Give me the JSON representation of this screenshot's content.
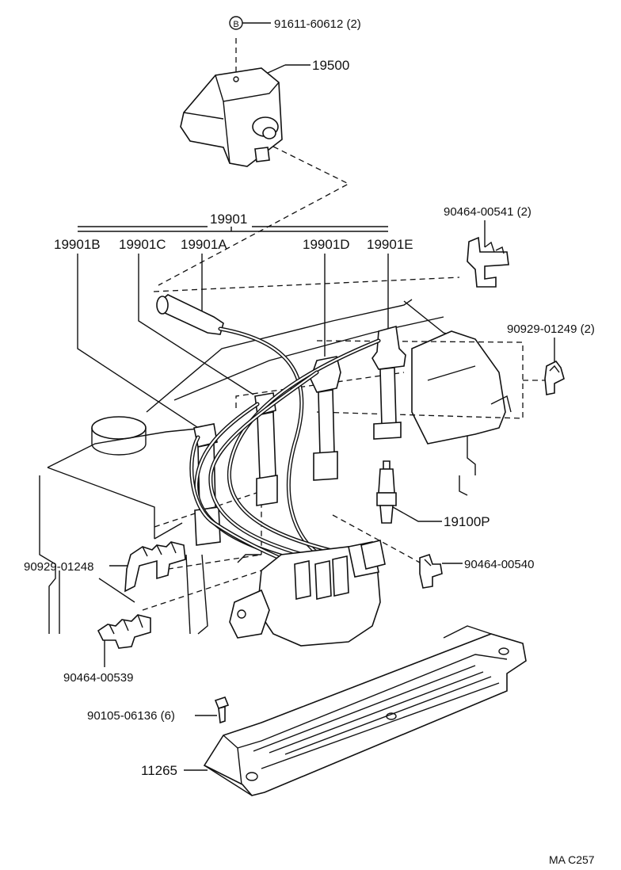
{
  "callouts": {
    "screw_marker": "B",
    "screw": "91611-60612 (2)",
    "coil": "19500",
    "cord_set": "19901",
    "cord_b": "19901B",
    "cord_c": "19901C",
    "cord_a": "19901A",
    "cord_d": "19901D",
    "cord_e": "19901E",
    "clamp_541": "90464-00541 (2)",
    "clamp_1249": "90929-01249 (2)",
    "spark_plug": "19100P",
    "clamp_1248": "90929-01248",
    "clamp_540": "90464-00540",
    "clamp_539": "90464-00539",
    "bolt": "90105-06136 (6)",
    "cover": "11265"
  },
  "footer": {
    "code": "MA C257"
  }
}
